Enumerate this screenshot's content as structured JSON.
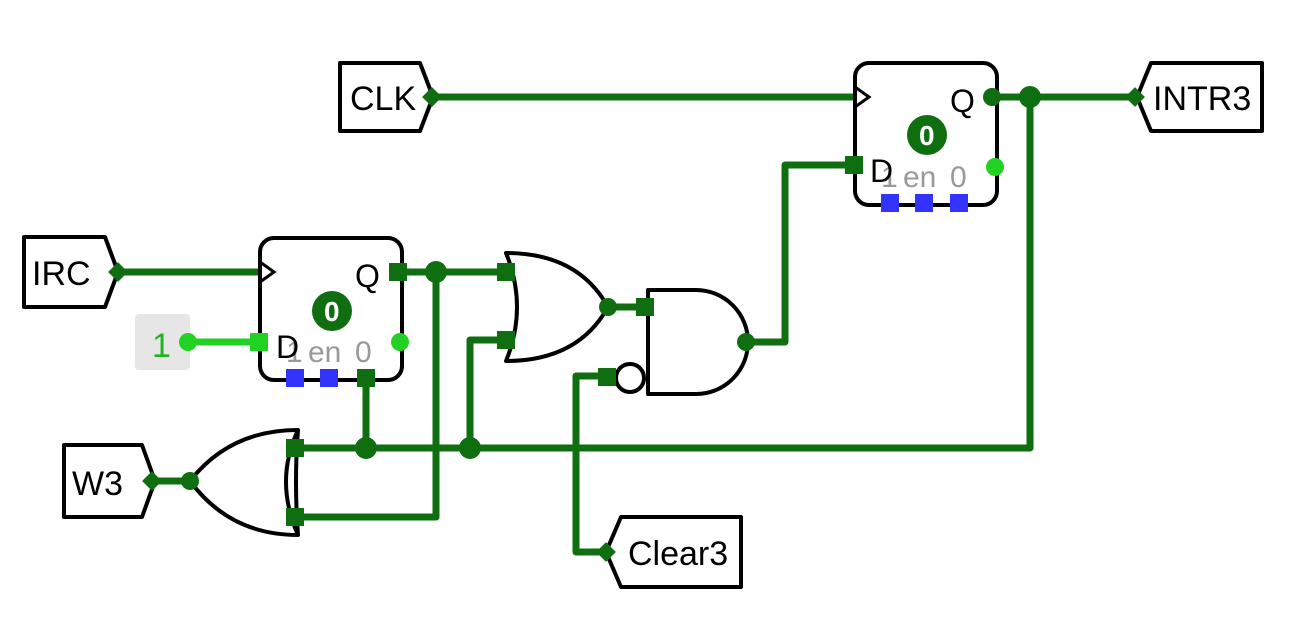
{
  "pins": {
    "clk": "CLK",
    "irc": "IRC",
    "w3": "W3",
    "clear3": "Clear3",
    "intr3": "INTR3"
  },
  "constant": {
    "value": "1"
  },
  "flipflop_top": {
    "q": "Q",
    "d": "D",
    "state": "0",
    "one": "1",
    "en": "en",
    "zero": "0"
  },
  "flipflop_bottom": {
    "q": "Q",
    "d": "D",
    "state": "0",
    "one": "1",
    "en": "en",
    "zero": "0"
  },
  "colors": {
    "wire": "#0f6e0f",
    "wire_high": "#22d222",
    "control_pin": "#3333ff",
    "outline": "#000000"
  }
}
